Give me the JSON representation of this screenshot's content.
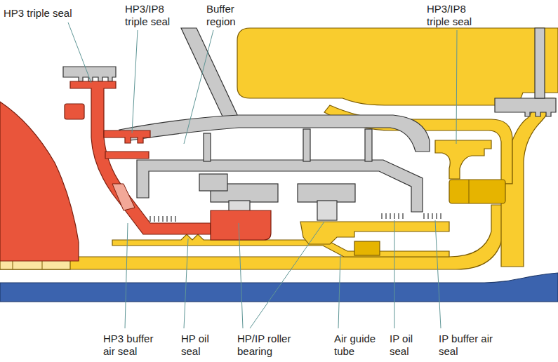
{
  "diagram": {
    "labels": [
      "HP3 triple seal",
      "HP3/IP8 triple seal",
      "Buffer region",
      "HP3/IP8 triple seal",
      "HP3 buffer air seal",
      "HP oil seal",
      "HP/IP roller bearing",
      "Air guide tube",
      "IP oil seal",
      "IP buffer air seal"
    ]
  }
}
